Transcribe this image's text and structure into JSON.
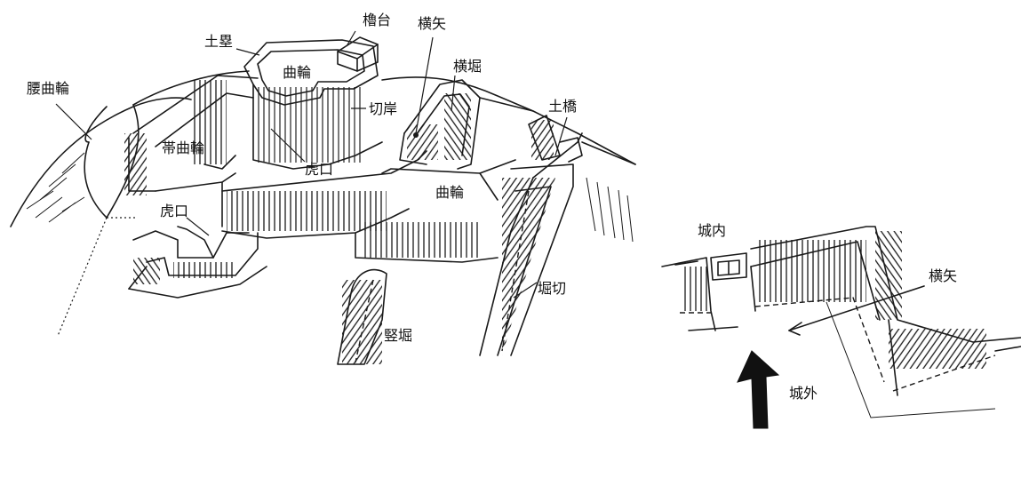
{
  "main_diagram": {
    "labels": {
      "koshi_kuruwa": "腰曲輪",
      "dorui": "土塁",
      "kuruwa_top": "曲輪",
      "yaguradai": "櫓台",
      "yokoya": "横矢",
      "yokobori": "横堀",
      "kirigishi": "切岸",
      "obi_kuruwa": "帯曲輪",
      "koguchi_upper": "虎口",
      "koguchi_lower": "虎口",
      "kuruwa_middle": "曲輪",
      "dobashi": "土橋",
      "horikiri": "堀切",
      "tatebori": "竪堀"
    }
  },
  "inset_diagram": {
    "labels": {
      "jonai": "城内",
      "yokoya": "横矢",
      "jogai": "城外"
    }
  }
}
